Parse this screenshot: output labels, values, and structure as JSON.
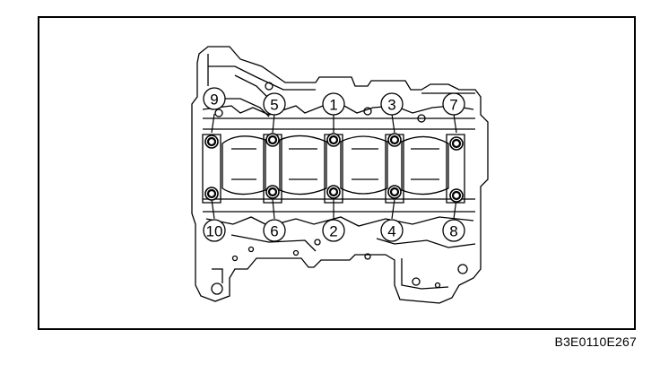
{
  "figure_code": "B3E0110E267",
  "bolts": [
    {
      "label": "1"
    },
    {
      "label": "2"
    },
    {
      "label": "3"
    },
    {
      "label": "4"
    },
    {
      "label": "5"
    },
    {
      "label": "6"
    },
    {
      "label": "7"
    },
    {
      "label": "8"
    },
    {
      "label": "9"
    },
    {
      "label": "10"
    }
  ]
}
